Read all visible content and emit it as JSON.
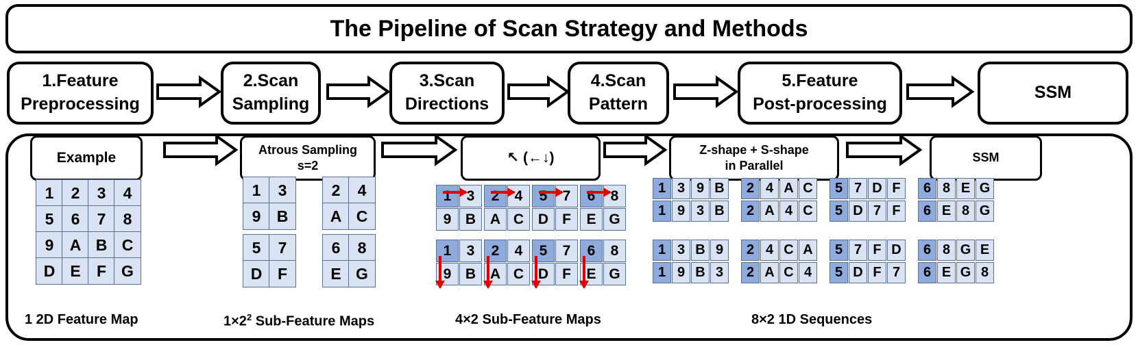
{
  "title": "The Pipeline of Scan Strategy and Methods",
  "stages": [
    {
      "line1": "1.Feature",
      "line2": "Preprocessing"
    },
    {
      "line1": "2.Scan",
      "line2": "Sampling"
    },
    {
      "line1": "3.Scan",
      "line2": "Directions"
    },
    {
      "line1": "4.Scan",
      "line2": "Pattern"
    },
    {
      "line1": "5.Feature",
      "line2": "Post-processing"
    },
    {
      "line1": "SSM",
      "line2": ""
    }
  ],
  "example": {
    "steps": [
      {
        "line1": "Example",
        "line2": ""
      },
      {
        "line1": "Atrous Sampling",
        "line2": "s=2"
      },
      {
        "line1": "↖ (←↓)",
        "line2": ""
      },
      {
        "line1": "Z-shape + S-shape",
        "line2": "in Parallel"
      },
      {
        "line1": "SSM",
        "line2": ""
      }
    ],
    "feature_map": [
      "1",
      "2",
      "3",
      "4",
      "5",
      "6",
      "7",
      "8",
      "9",
      "A",
      "B",
      "C",
      "D",
      "E",
      "F",
      "G"
    ],
    "sub_maps": [
      [
        "1",
        "3",
        "9",
        "B"
      ],
      [
        "2",
        "4",
        "A",
        "C"
      ],
      [
        "5",
        "7",
        "D",
        "F"
      ],
      [
        "6",
        "8",
        "E",
        "G"
      ]
    ],
    "sequences_top": [
      [
        "1",
        "3",
        "9",
        "B"
      ],
      [
        "2",
        "4",
        "A",
        "C"
      ],
      [
        "5",
        "7",
        "D",
        "F"
      ],
      [
        "6",
        "8",
        "E",
        "G"
      ],
      [
        "1",
        "9",
        "3",
        "B"
      ],
      [
        "2",
        "A",
        "4",
        "C"
      ],
      [
        "5",
        "D",
        "7",
        "F"
      ],
      [
        "6",
        "E",
        "8",
        "G"
      ]
    ],
    "sequences_bottom": [
      [
        "1",
        "3",
        "B",
        "9"
      ],
      [
        "2",
        "4",
        "C",
        "A"
      ],
      [
        "5",
        "7",
        "F",
        "D"
      ],
      [
        "6",
        "8",
        "G",
        "E"
      ],
      [
        "1",
        "9",
        "B",
        "3"
      ],
      [
        "2",
        "A",
        "C",
        "4"
      ],
      [
        "5",
        "D",
        "F",
        "7"
      ],
      [
        "6",
        "E",
        "G",
        "8"
      ]
    ],
    "captions": {
      "c1": "1 2D Feature Map",
      "c2_pre": "1×2",
      "c2_sup": "2",
      "c2_post": " Sub-Feature Maps",
      "c3": "4×2 Sub-Feature Maps",
      "c4": "8×2 1D Sequences"
    }
  },
  "colors": {
    "cell": "#dae3f3",
    "highlight": "#8faadc",
    "arrow_red": "#e00000"
  }
}
